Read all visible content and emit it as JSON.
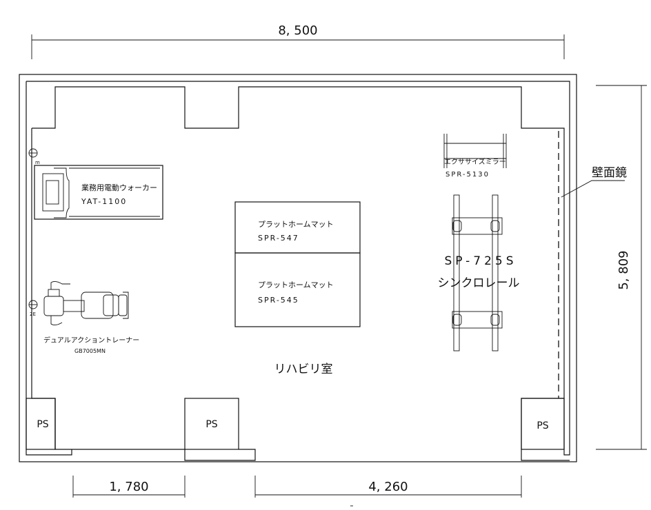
{
  "dimensions": {
    "overall_width": "8, 500",
    "overall_depth": "5, 809",
    "bottom_left": "1, 780",
    "bottom_right": "4, 260"
  },
  "room_name": "リハビリ室",
  "wall_mirror": "壁面鏡",
  "columns": {
    "ps_label": "PS"
  },
  "equipment": {
    "walker": {
      "name": "業務用電動ウォーカー",
      "model": "YAT-1100"
    },
    "mat_top": {
      "name": "プラットホームマット",
      "model": "SPR-547"
    },
    "mat_bottom": {
      "name": "プラットホームマット",
      "model": "SPR-545"
    },
    "trainer": {
      "name": "デュアルアクショントレーナー",
      "model": "GB7005MN"
    },
    "mirror": {
      "name": "エクササイズミラー",
      "model": "SPR-5130"
    },
    "rail": {
      "model": "SP-725S",
      "name": "シンクロレール"
    }
  },
  "small_marks": {
    "outlet_top": "m",
    "outlet_bottom": "2E"
  }
}
